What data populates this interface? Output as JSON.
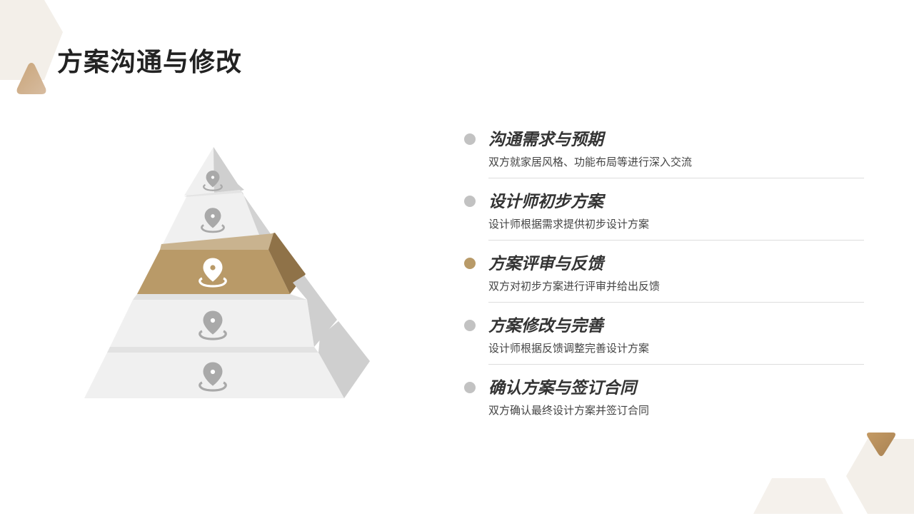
{
  "title": "方案沟通与修改",
  "colors": {
    "accent": "#b89a68",
    "accent_dark": "#8e7247",
    "inactive_dot": "#c2c2c2",
    "hexagon_bg": "#f3efe9"
  },
  "items": [
    {
      "title": "沟通需求与预期",
      "desc": "双方就家居风格、功能布局等进行深入交流",
      "active": false
    },
    {
      "title": "设计师初步方案",
      "desc": "设计师根据需求提供初步设计方案",
      "active": false
    },
    {
      "title": "方案评审与反馈",
      "desc": "双方对初步方案进行评审并给出反馈",
      "active": true
    },
    {
      "title": "方案修改与完善",
      "desc": "设计师根据反馈调整完善设计方案",
      "active": false
    },
    {
      "title": "确认方案与签订合同",
      "desc": "双方确认最终设计方案并签订合同",
      "active": false
    }
  ],
  "pyramid": {
    "icon": "location-pin-icon",
    "highlighted_layer": 3
  }
}
